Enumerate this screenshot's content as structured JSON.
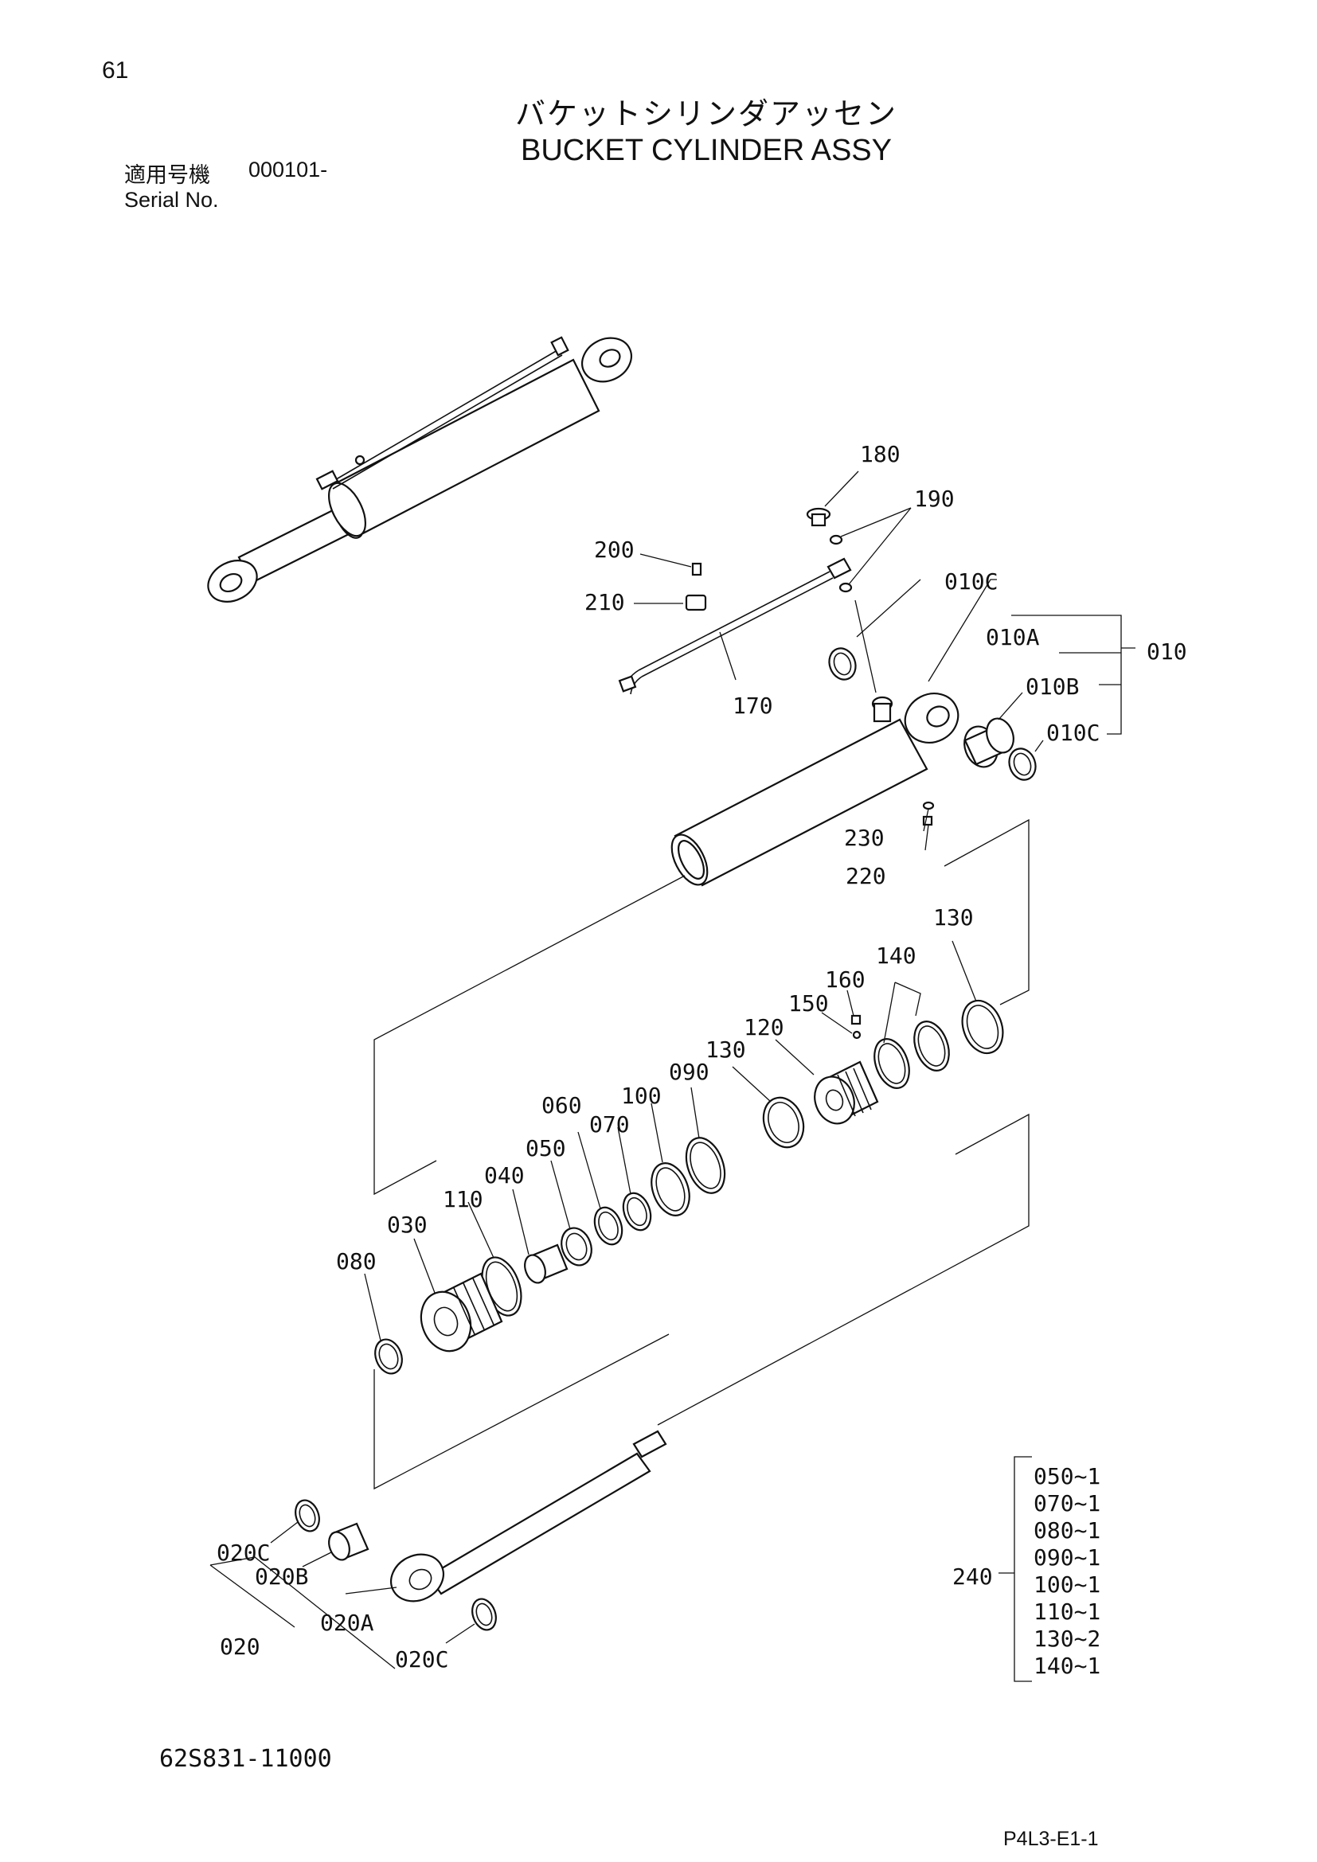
{
  "header": {
    "page_number": "61",
    "title_ja": "バケットシリンダアッセン",
    "title_en": "BUCKET CYLINDER ASSY",
    "serial_label_ja": "適用号機",
    "serial_range": "000101-",
    "serial_label_en": "Serial No."
  },
  "callouts": {
    "p180": "180",
    "p190": "190",
    "p200": "200",
    "p210": "210",
    "p170": "170",
    "p010C_top": "010C",
    "p010A": "010A",
    "p010": "010",
    "p010B": "010B",
    "p010C_bottom": "010C",
    "p230": "230",
    "p220": "220",
    "p130_right": "130",
    "p140": "140",
    "p160": "160",
    "p150": "150",
    "p120": "120",
    "p130_left": "130",
    "p090": "090",
    "p100": "100",
    "p070": "070",
    "p060": "060",
    "p050": "050",
    "p040": "040",
    "p110": "110",
    "p030": "030",
    "p080": "080",
    "p020C_top": "020C",
    "p020B": "020B",
    "p020A": "020A",
    "p020": "020",
    "p020C_bottom": "020C"
  },
  "kit": {
    "label": "240",
    "items": [
      "050~1",
      "070~1",
      "080~1",
      "090~1",
      "100~1",
      "110~1",
      "130~2",
      "140~1"
    ]
  },
  "footer": {
    "drawing_number": "62S831-11000",
    "page_code": "P4L3-E1-1"
  }
}
